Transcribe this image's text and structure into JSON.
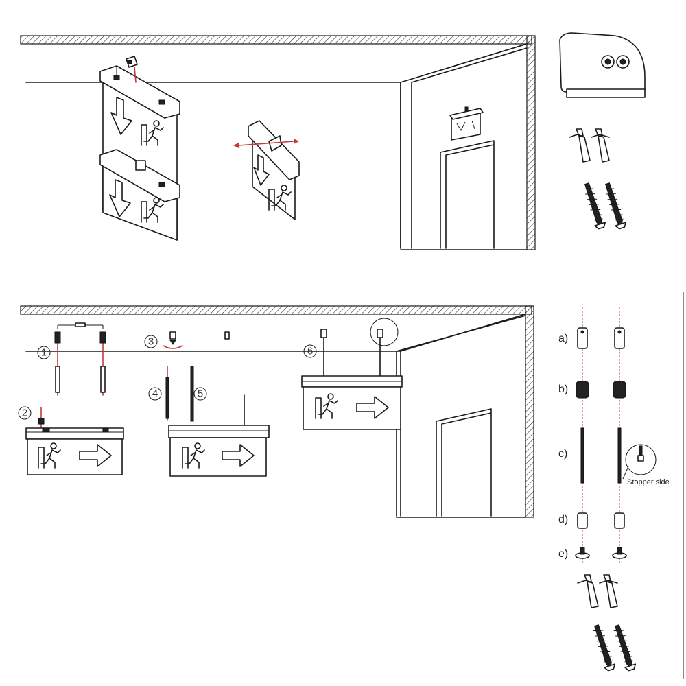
{
  "steps": {
    "step1": "1",
    "step2": "2",
    "step3": "3",
    "step4": "4",
    "step5": "5",
    "step6": "6"
  },
  "parts": {
    "a": "a)",
    "b": "b)",
    "c": "c)",
    "d": "d)",
    "e": "e)"
  },
  "callout": {
    "stopper": "Stopper side"
  },
  "colors": {
    "line": "#1a1a1a",
    "accent": "#c43a3a"
  },
  "icons": [
    "exit-sign",
    "running-man-icon",
    "arrow-right-icon",
    "arrow-down-icon",
    "wall-anchor-icon",
    "screw-icon",
    "mounting-bracket-icon"
  ]
}
